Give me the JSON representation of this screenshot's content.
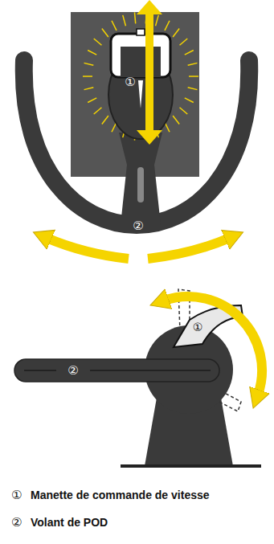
{
  "diagram": {
    "labels": [
      "①",
      "②",
      "①",
      "②",
      "①",
      "Manette de commande de vitesse",
      "②",
      "Volant de POD"
    ]
  }
}
